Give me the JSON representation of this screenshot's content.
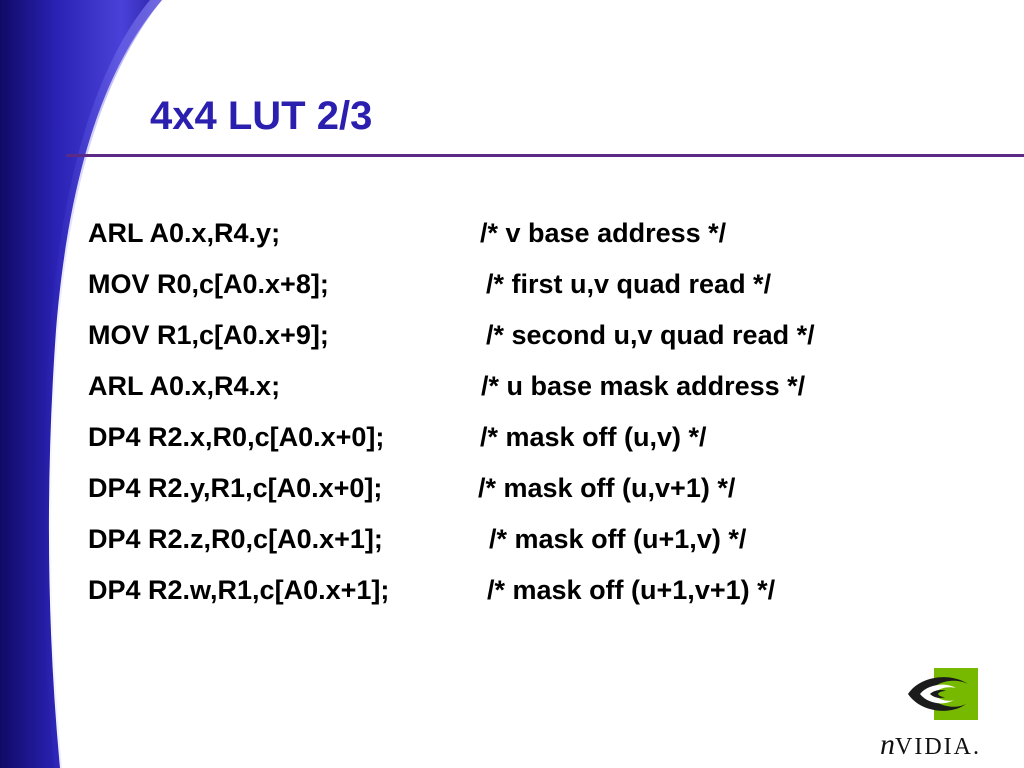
{
  "slide": {
    "title": "4x4 LUT 2/3",
    "code_lines": [
      {
        "instr": "ARL A0.x,R4.y;",
        "comment": "/* v base address */"
      },
      {
        "instr": "MOV R0,c[A0.x+8];",
        "comment": "/* first u,v quad read */"
      },
      {
        "instr": "MOV R1,c[A0.x+9];",
        "comment": "/* second u,v quad read */"
      },
      {
        "instr": "ARL A0.x,R4.x;",
        "comment": "/* u base mask address */"
      },
      {
        "instr": "DP4 R2.x,R0,c[A0.x+0];",
        "comment": "/* mask off (u,v) */"
      },
      {
        "instr": "DP4 R2.y,R1,c[A0.x+0];",
        "comment": "/* mask off (u,v+1) */"
      },
      {
        "instr": "DP4 R2.z,R0,c[A0.x+1];",
        "comment": "/* mask off (u+1,v) */"
      },
      {
        "instr": "DP4 R2.w,R1,c[A0.x+1];",
        "comment": "/* mask off (u+1,v+1) */"
      }
    ]
  },
  "logo": {
    "initial": "n",
    "rest": "VIDIA."
  },
  "colors": {
    "title": "#2b1fb0",
    "swoosh_dark": "#1a1380",
    "swoosh_mid": "#3a30c8",
    "divider": "#5b2a86",
    "logo_green": "#76b900"
  }
}
